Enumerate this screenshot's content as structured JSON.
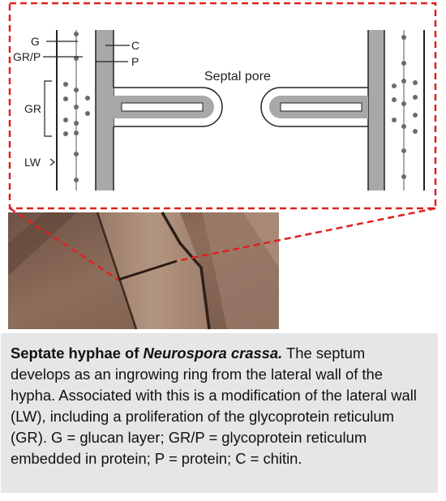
{
  "diagram": {
    "labels": {
      "g": "G",
      "gr_p": "GR/P",
      "gr": "GR",
      "lw": "LW",
      "c": "C",
      "p": "P",
      "septal_pore": "Septal pore"
    },
    "colors": {
      "inset_border": "#e02020",
      "wall_gray": "#a8a8a8",
      "wall_line": "#222222",
      "dot": "#6b6b6b",
      "micrograph_base": "#8a6a57"
    }
  },
  "caption": {
    "title_plain": "Septate hyphae of ",
    "title_italic": "Neurospora crassa.",
    "body": " The septum develops as an ingrowing ring from the lateral wall of the hypha. Associated with this is a modification of the lateral wall (LW), including a proliferation of the glycoprotein reticulum (GR). G = glucan layer; GR/P = glycoprotein reticulum embedded in protein; P = protein; C = chitin."
  }
}
